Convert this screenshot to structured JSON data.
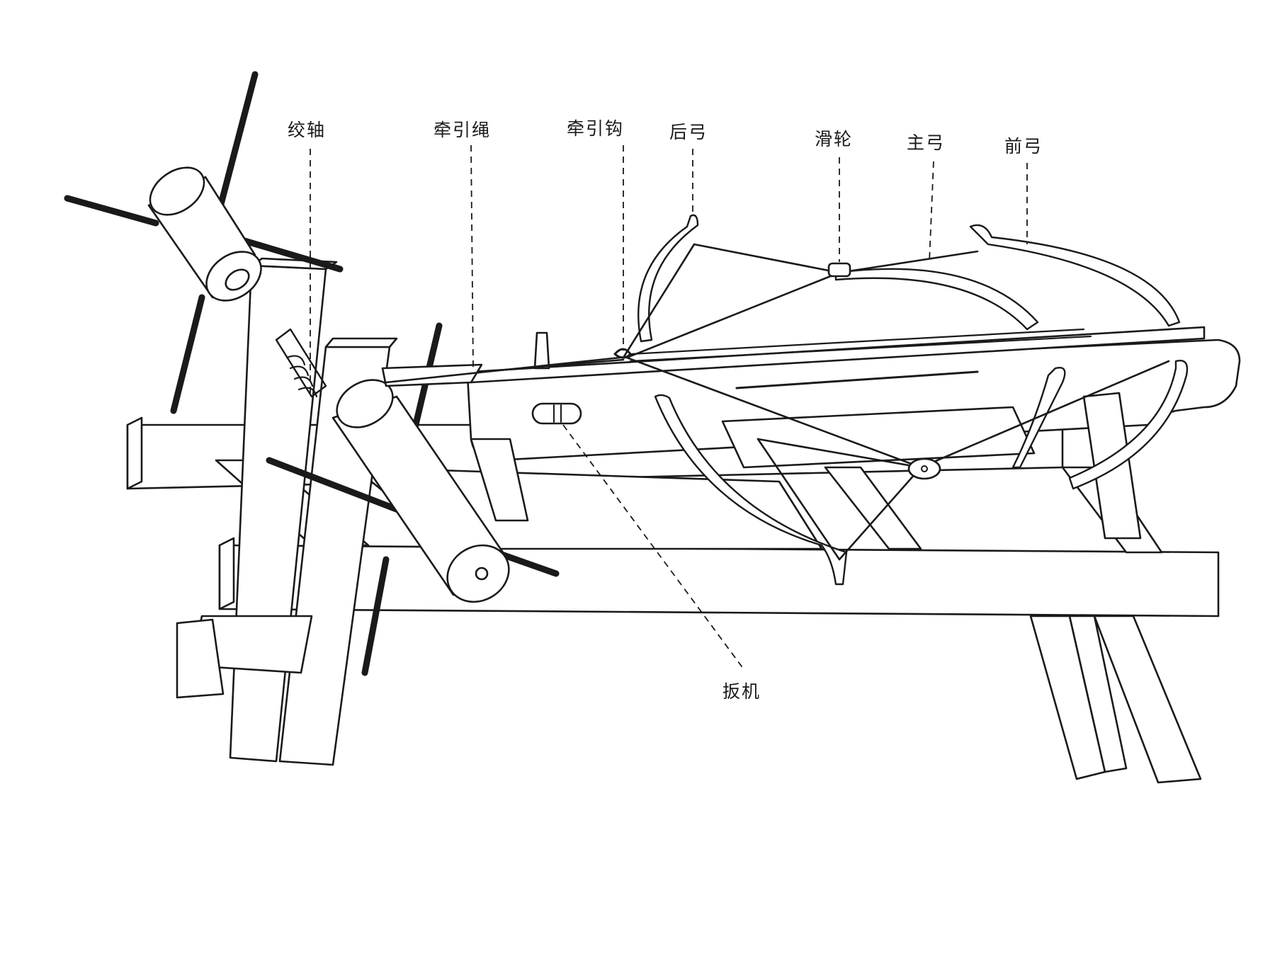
{
  "labels": {
    "jiaozhou": "绞轴",
    "qianyinsheng": "牵引绳",
    "qianyingou": "牵引钩",
    "hougong": "后弓",
    "hualun": "滑轮",
    "zhugong": "主弓",
    "qiangong": "前弓",
    "banji": "扳机"
  }
}
